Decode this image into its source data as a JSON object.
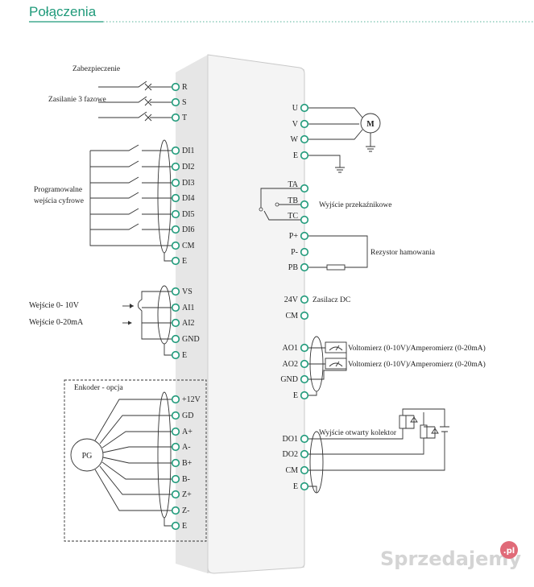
{
  "title": "Połączenia",
  "colors": {
    "accent": "#1f9a7a",
    "unit_body": "#e6e6e6"
  },
  "labels": {
    "zabezpieczenie": "Zabezpieczenie",
    "zasilanie": "Zasilanie 3 fazowe",
    "prog_line1": "Programowalne",
    "prog_line2": "wejścia cyfrowe",
    "wejscie_v": "Wejście  0- 10V",
    "wejscie_ma": "Wejście 0-20mA",
    "enkoder": "Enkoder - opcja",
    "pg": "PG",
    "motor": "M",
    "relay_out": "Wyjście przekaźnikowe",
    "resistor": "Rezystor hamowania",
    "psu": "Zasilacz DC",
    "meter1": "Voltomierz  (0-10V)/Amperomierz  (0-20mA)",
    "meter2": "Voltomierz (0-10V)/Amperomierz (0-20mA)",
    "oc_out": "Wyjście otwarty kolektor"
  },
  "left_pins": {
    "power": [
      "R",
      "S",
      "T"
    ],
    "digital": [
      "DI1",
      "DI2",
      "DI3",
      "DI4",
      "DI5",
      "DI6",
      "CM",
      "E"
    ],
    "analog": [
      "VS",
      "AI1",
      "AI2",
      "GND",
      "E"
    ],
    "encoder": [
      "+12V",
      "GD",
      "A+",
      "A-",
      "B+",
      "B-",
      "Z+",
      "Z-",
      "E"
    ]
  },
  "right_pins": {
    "motor": [
      "U",
      "V",
      "W",
      "E"
    ],
    "relay": [
      "TA",
      "TB",
      "TC"
    ],
    "brake": [
      "P+",
      "P-",
      "PB"
    ],
    "supply": [
      "24V",
      "CM"
    ],
    "analog_out": [
      "AO1",
      "AO2",
      "GND",
      "E"
    ],
    "oc": [
      "DO1",
      "DO2",
      "CM",
      "E"
    ]
  },
  "watermark": {
    "text": "Sprzedajemy",
    "badge": ".pl"
  }
}
